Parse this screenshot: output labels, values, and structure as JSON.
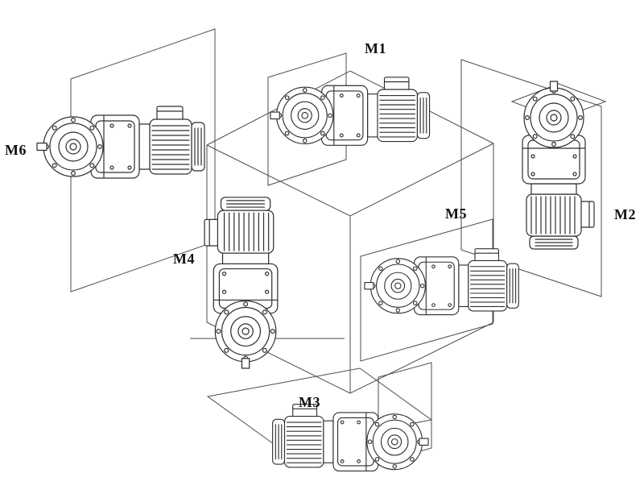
{
  "diagram": {
    "kind": "gearmotor-mounting-positions",
    "colors": {
      "background": "#ffffff",
      "line": "#2e2e2e",
      "label_text": "#111111"
    },
    "positions": [
      {
        "label": "M1",
        "orientation": "horizontal gearmotor on top face, output shaft toward front-left"
      },
      {
        "label": "M2",
        "orientation": "vertical gearmotor on right face, output shaft pointing up"
      },
      {
        "label": "M3",
        "orientation": "horizontal gearmotor below bottom face, output flange toward upper-right"
      },
      {
        "label": "M4",
        "orientation": "vertical gearmotor inside cube, motor on top, output shaft pointing down"
      },
      {
        "label": "M5",
        "orientation": "horizontal gearmotor at inner right face, output shaft toward front-left"
      },
      {
        "label": "M6",
        "orientation": "horizontal gearmotor on left face, output shaft pointing left"
      }
    ]
  }
}
